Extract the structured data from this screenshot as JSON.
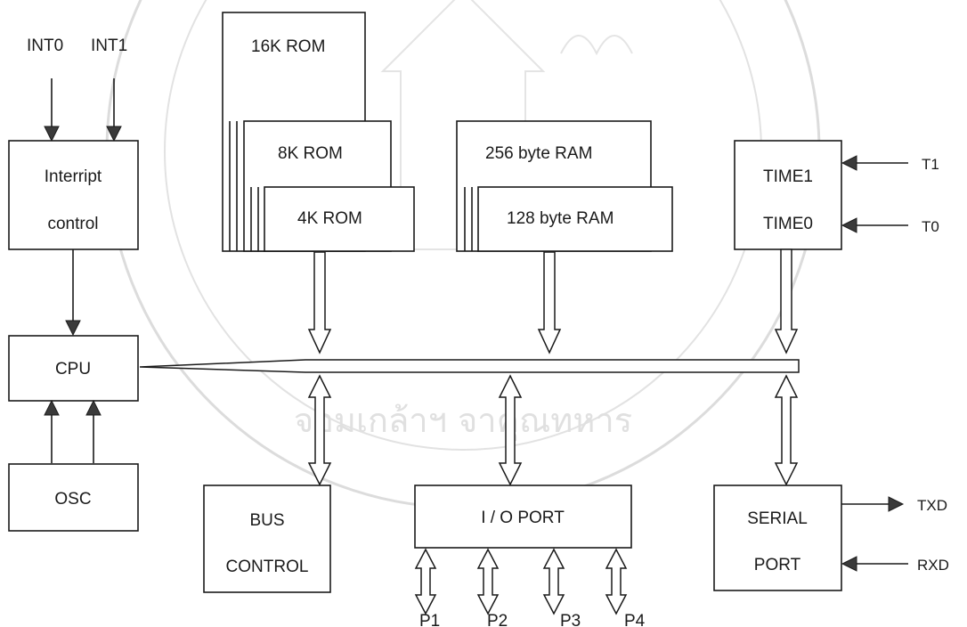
{
  "diagram": {
    "inputs": {
      "int0": "INT0",
      "int1": "INT1",
      "t1": "T1",
      "t0": "T0",
      "txd": "TXD",
      "rxd": "RXD"
    },
    "blocks": {
      "interrupt_line1": "Interript",
      "interrupt_line2": "control",
      "cpu": "CPU",
      "osc": "OSC",
      "rom16k": "16K ROM",
      "rom8k": "8K ROM",
      "rom4k": "4K ROM",
      "ram256": "256 byte RAM",
      "ram128": "128 byte RAM",
      "timer_line1": "TIME1",
      "timer_line2": "TIME0",
      "bus_control_line1": "BUS",
      "bus_control_line2": "CONTROL",
      "io_port": "I / O PORT",
      "serial_line1": "SERIAL",
      "serial_line2": "PORT"
    },
    "ports": [
      "P1",
      "P2",
      "P3",
      "P4"
    ],
    "watermark_text": "จอมเกล้าฯ จาคุณทหาร"
  }
}
